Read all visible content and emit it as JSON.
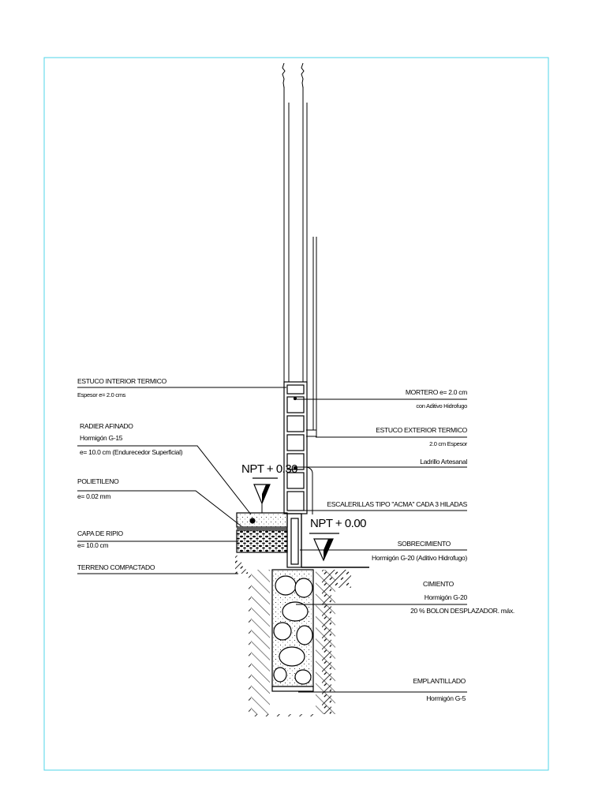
{
  "drawing": {
    "frame_color": "#4fd5e8",
    "line_color": "#000000",
    "labels_left": {
      "estuco_interior": [
        "ESTUCO INTERIOR TERMICO",
        "Espesor e= 2.0 cms"
      ],
      "radier": [
        "RADIER AFINADO",
        "Hormigón G-15",
        "e= 10.0 cm (Endurecedor Superficial)"
      ],
      "polietileno": [
        "POLIETILENO",
        "e= 0.02 mm"
      ],
      "ripio": [
        "CAPA DE RIPIO",
        "e= 10.0 cm"
      ],
      "terreno": [
        "TERRENO COMPACTADO"
      ]
    },
    "labels_right": {
      "mortero": [
        "MORTERO e= 2.0 cm",
        "con Aditivo Hidrofugo"
      ],
      "estuco_exterior": [
        "ESTUCO EXTERIOR TERMICO",
        "2.0 cm Espesor"
      ],
      "ladrillo": [
        "Ladrillo Artesanal"
      ],
      "escalerillas": [
        "ESCALERILLAS TIPO \"ACMA\" CADA 3 HILADAS"
      ],
      "sobrecimiento": [
        "SOBRECIMIENTO",
        "Hormigón G-20 (Aditivo Hidrofugo)"
      ],
      "cimiento": [
        "CIMIENTO",
        "Hormigón G-20",
        "20 % BOLON DESPLAZADOR. máx."
      ],
      "emplantillado": [
        "EMPLANTILLADO",
        "Hormigón G-5"
      ]
    },
    "levels": {
      "upper": "NPT + 0.30",
      "lower": "NPT + 0.00"
    }
  }
}
